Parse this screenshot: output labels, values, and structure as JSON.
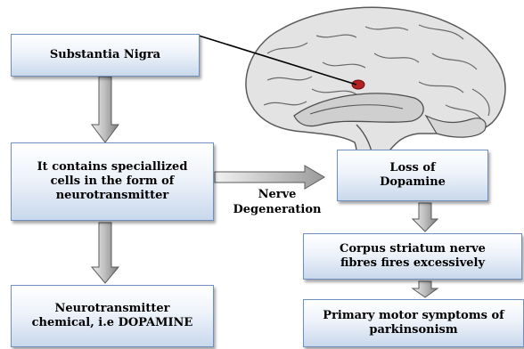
{
  "boxes": {
    "substantia_nigra": "Substantia Nigra",
    "cells": "It contains speciallized cells in the form of neurotransmitter",
    "neurotransmitter": "Neurotransmitter chemical, i.e DOPAMINE",
    "loss": "Loss of Dopamine",
    "corpus": "Corpus striatum nerve fibres fires excessively",
    "primary": "Primary motor symptoms of parkinsonism"
  },
  "edge_label": "Nerve Degeneration",
  "colors": {
    "box_border": "#6f8fbf",
    "box_fill_bottom": "#c9d8ec",
    "arrow": "#7a7a7a"
  }
}
